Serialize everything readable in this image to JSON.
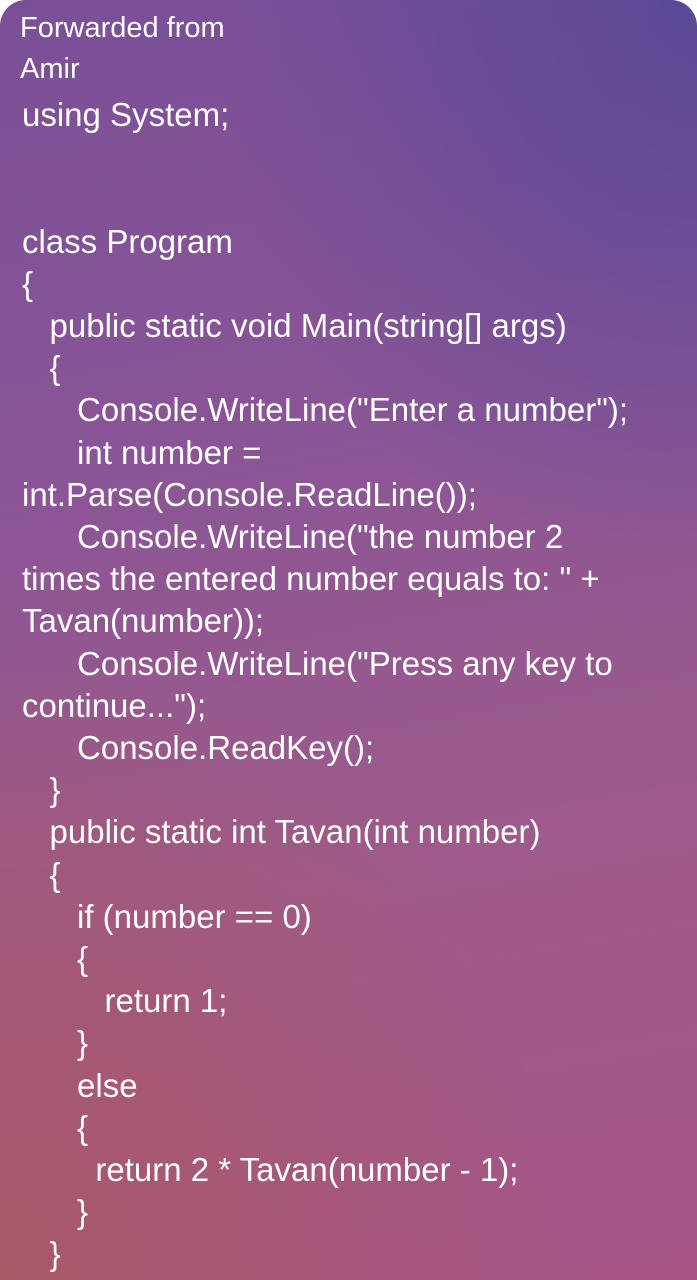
{
  "message": {
    "forwarded_label": "Forwarded from",
    "forwarded_from": "Amir",
    "code_lines": [
      "using System;",
      "",
      "",
      "class Program",
      "{",
      "   public static void Main(string[] args)",
      "   {",
      "      Console.WriteLine(\"Enter a number\");",
      "      int number =",
      "int.Parse(Console.ReadLine());",
      "      Console.WriteLine(\"the number 2",
      "times the entered number equals to: \" +",
      "Tavan(number));",
      "      Console.WriteLine(\"Press any key to",
      "continue...\");",
      "      Console.ReadKey();",
      "   }",
      "   public static int Tavan(int number)",
      "   {",
      "      if (number == 0)",
      "      {",
      "         return 1;",
      "      }",
      "      else",
      "      {",
      "        return 2 * Tavan(number - 1);",
      "      }",
      "   }"
    ]
  },
  "colors": {
    "text": "#ffffff",
    "gradient_top_right": "#584896",
    "gradient_bottom_left": "#aa5864",
    "gradient_bottom_right": "#a65585"
  }
}
